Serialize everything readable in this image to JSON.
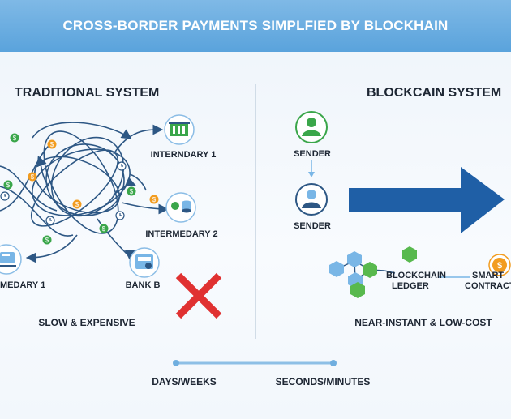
{
  "banner": {
    "title": "CROSS-BORDER PAYMENTS SIMPLFIED BY BLOCKHAIN"
  },
  "traditional": {
    "heading": "TRADITIONAL SYSTEM",
    "node_intermediary_1": "INTERNDARY 1",
    "node_intermediary_2": "INTERMEDARY 2",
    "node_intermediary_left": "MEDARY 1",
    "node_bank_b": "BANK B",
    "caption": "SLOW & EXPENSIVE"
  },
  "blockchain": {
    "heading": "BLOCKCAIN SYSTEM",
    "sender_top": "SENDER",
    "sender_bottom": "SENDER",
    "ledger_line1": "BLOCKCHAIN",
    "ledger_line2": "LEDGER",
    "contract_line1": "SMART",
    "contract_line2": "CONTRACT",
    "caption": "NEAR-INSTANT & LOW-COST"
  },
  "timeline": {
    "left_label": "DAYS/WEEKS",
    "right_label": "SECONDS/MINUTES"
  },
  "colors": {
    "banner": "#5aa3dc",
    "tangle": "#2d5784",
    "arrow": "#1f5fa6",
    "cross": "#e03131",
    "coin_green": "#3aa64a",
    "coin_orange": "#f29c1f",
    "node_green": "#58b94e",
    "node_blue": "#79b6e6",
    "timeline": "#8dbfe6"
  },
  "icons": [
    "bank-icon",
    "intermediary-icon",
    "bank-b-icon",
    "dollar-coin-icon",
    "clock-icon",
    "user-icon",
    "hexagon-network-icon",
    "smart-contract-coin-icon",
    "x-mark-icon",
    "arrow-right-icon"
  ]
}
